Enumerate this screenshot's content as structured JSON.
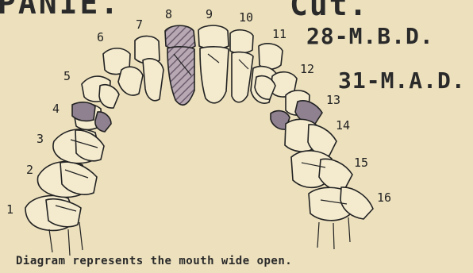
{
  "header": {
    "partial_title": "PANIE.",
    "cut_label": "Cut.",
    "cut_codes": [
      "28-M.B.D.",
      "31-M.A.D."
    ]
  },
  "diagram": {
    "tooth_numbers": [
      "1",
      "2",
      "3",
      "4",
      "5",
      "6",
      "7",
      "8",
      "9",
      "10",
      "11",
      "12",
      "13",
      "14",
      "15",
      "16"
    ],
    "caption": "Diagram represents the mouth wide open."
  }
}
